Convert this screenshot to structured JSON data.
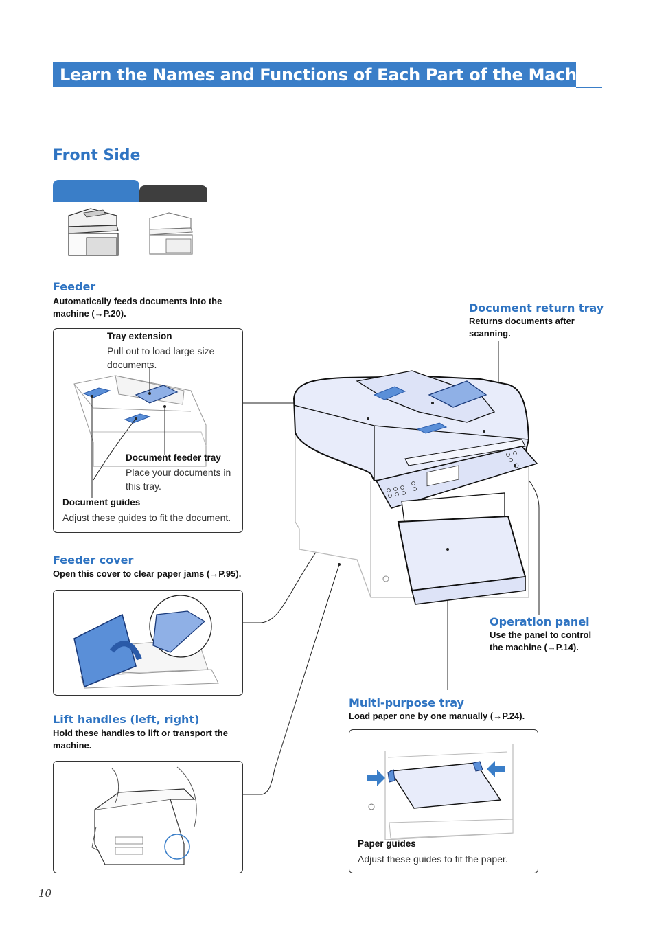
{
  "page": {
    "title": "Learn the Names and Functions of Each Part of the Machine",
    "section": "Front Side",
    "page_number": "10"
  },
  "parts": {
    "feeder": {
      "heading": "Feeder",
      "desc": "Automatically feeds documents into the machine (→P.20)."
    },
    "document_return_tray": {
      "heading": "Document return tray",
      "desc": "Returns documents after scanning."
    },
    "feeder_cover": {
      "heading": "Feeder cover",
      "desc": "Open this cover to clear paper jams (→P.95)."
    },
    "operation_panel": {
      "heading": "Operation panel",
      "desc": "Use the panel to control the machine (→P.14)."
    },
    "multi_purpose_tray": {
      "heading": "Multi-purpose tray",
      "desc": "Load paper one by one manually (→P.24)."
    },
    "lift_handles": {
      "heading": "Lift handles (left, right)",
      "desc": "Hold these handles to lift or transport the machine."
    }
  },
  "callouts": {
    "tray_extension": {
      "title": "Tray extension",
      "desc": "Pull out to load large size documents."
    },
    "document_feeder_tray": {
      "title": "Document feeder tray",
      "desc": "Place your documents in this tray."
    },
    "document_guides": {
      "title": "Document guides",
      "desc": "Adjust these guides to fit the document."
    },
    "paper_guides": {
      "title": "Paper guides",
      "desc": "Adjust these guides to fit the paper."
    }
  },
  "colors": {
    "accent": "#3a7ec8",
    "machine_fill": "#e8ecfa",
    "highlight_blue": "#8fb0e6",
    "tab_dark": "#3e3e3e"
  },
  "icons": {
    "model_a": "printer-with-tray-icon",
    "model_b": "printer-compact-icon"
  }
}
